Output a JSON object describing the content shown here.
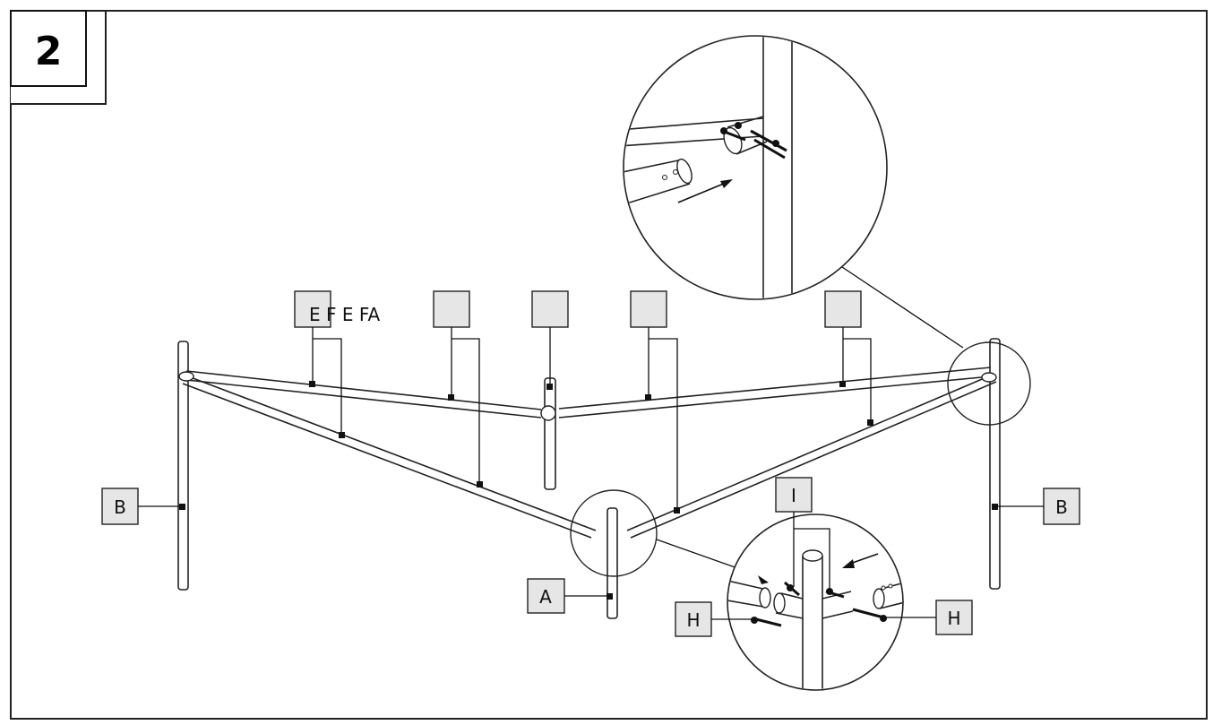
{
  "step": {
    "number": "2"
  },
  "labels": {
    "top_row_text": "E F E FA",
    "left_pole": "B",
    "right_pole": "B",
    "center_pole": "A",
    "detail_top": "I",
    "detail_left": "H",
    "detail_right": "H"
  },
  "icons": {
    "arrow_detail": "arrow-icon",
    "bolt": "bolt-icon"
  },
  "colors": {
    "label_box_fill": "#e6e6e6",
    "line": "#222222"
  }
}
